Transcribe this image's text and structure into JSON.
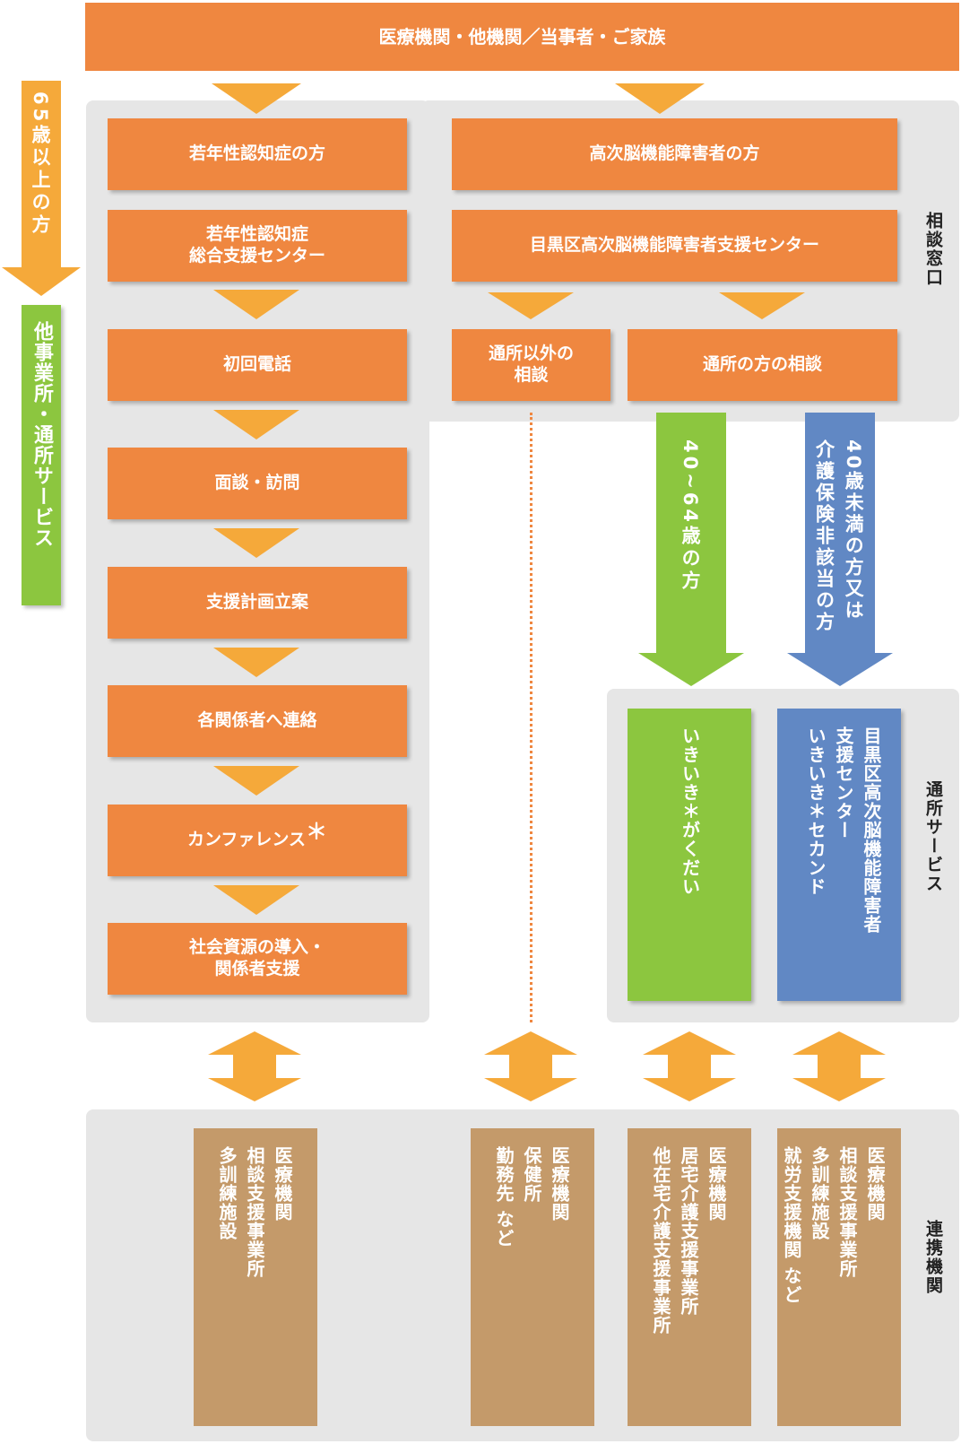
{
  "top_box": "医療機関・他機関／当事者・ご家族",
  "left_side": {
    "over65": "65歳以上の方",
    "other_service": "他事業所・通所サービス"
  },
  "labels": {
    "consult": "相談窓口",
    "day_service": "通所サービス",
    "cooperation": "連携機関"
  },
  "left_column": {
    "steps": [
      "若年性認知症の方",
      "若年性認知症\n総合支援センター",
      "初回電話",
      "面談・訪問",
      "支援計画立案",
      "各関係者へ連絡",
      "カンファレンス",
      "社会資源の導入・\n関係者支援"
    ],
    "asterisk": "＊"
  },
  "right_column": {
    "target": "高次脳機能障害者の方",
    "center": "目黒区高次脳機能障害者支援センター",
    "non_day": "通所以外の\n相談",
    "day": "通所の方の相談",
    "age_40_64": "40~64歳の方",
    "under40": "40歳未満の方又は\n介護保険非該当の方",
    "ikiiki_gakudai": "いきいき＊がくだい",
    "meguro_second": "目黒区高次脳機能障害者\n支援センター\nいきいき＊セカンド"
  },
  "cooperation_boxes": [
    "医療機関\n相談支援事業所\n多訓練施設",
    "医療機関\n保健所\n勤務先 など",
    "医療機関\n居宅介護支援事業所\n他在宅介護支援事業所",
    "医療機関\n相談支援事業所\n多訓練施設\n就労支援機関 など"
  ],
  "colors": {
    "orange": "#ef8740",
    "arrow_orange": "#f5a93a",
    "green": "#8cc63f",
    "blue": "#6188c4",
    "tan": "#c49a6a",
    "panel": "#e6e6e6"
  }
}
